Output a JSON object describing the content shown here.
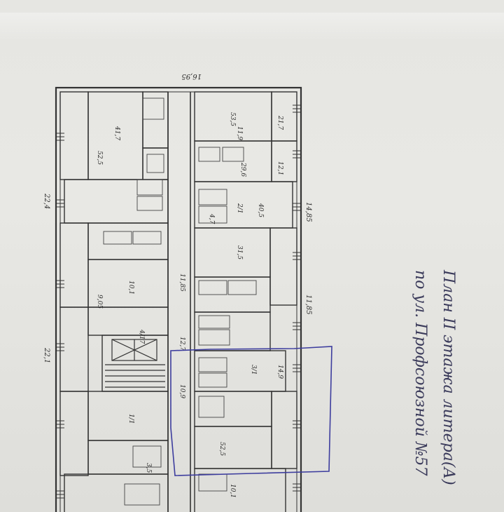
{
  "document": {
    "caption_line1": "План II этажа литера(А)",
    "caption_line2": "по ул. Профсоюзной №57",
    "dimension_top": "16,95",
    "dimension_right_1": "14,85",
    "dimension_right_2": "11,85",
    "dimension_left_1": "22,4",
    "dimension_left_2": "22,1",
    "room_labels": [
      "53,5",
      "11,9",
      "21,7",
      "12,1",
      "29,6",
      "4,7",
      "40,5",
      "41,7",
      "52,5",
      "31,5",
      "10,1",
      "9,05",
      "11,85",
      "12,7",
      "10,9",
      "52,5",
      "4/17",
      "1/1",
      "2/1",
      "3/1",
      "14,9",
      "10,1",
      "3,5"
    ]
  },
  "colors": {
    "paper": "#e6e6e2",
    "ink": "#2b2b2b",
    "pen": "#3d3d9e"
  }
}
